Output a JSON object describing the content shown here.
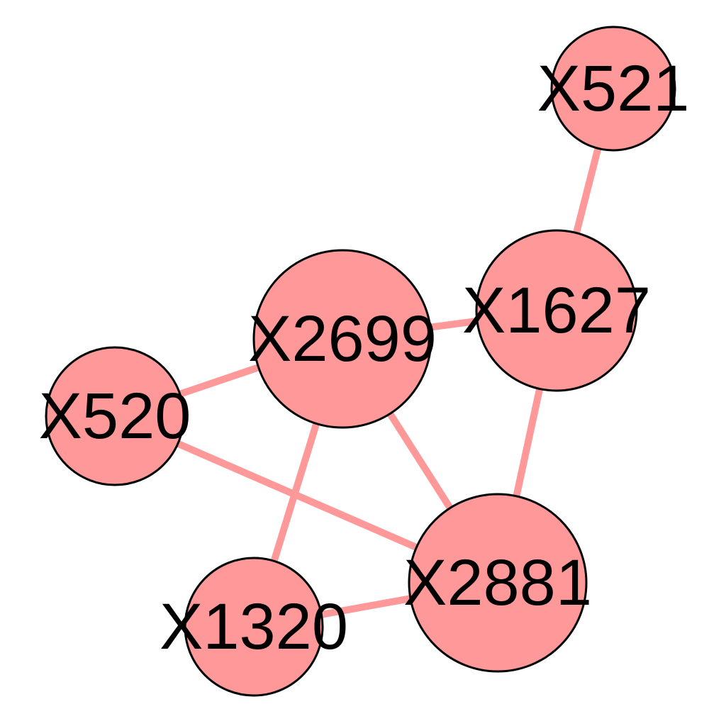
{
  "colors": {
    "node_fill": "#ff9999",
    "node_stroke": "#000000",
    "edge": "#ff9999",
    "label": "#000000"
  },
  "graph": {
    "nodes": [
      {
        "id": "X521",
        "label": "X521"
      },
      {
        "id": "X1627",
        "label": "X1627"
      },
      {
        "id": "X2699",
        "label": "X2699"
      },
      {
        "id": "X520",
        "label": "X520"
      },
      {
        "id": "X2881",
        "label": "X2881"
      },
      {
        "id": "X1320",
        "label": "X1320"
      }
    ],
    "edges": [
      {
        "source": "X521",
        "target": "X1627"
      },
      {
        "source": "X2699",
        "target": "X1627"
      },
      {
        "source": "X520",
        "target": "X2699"
      },
      {
        "source": "X520",
        "target": "X2881"
      },
      {
        "source": "X2699",
        "target": "X1320"
      },
      {
        "source": "X2699",
        "target": "X2881"
      },
      {
        "source": "X1627",
        "target": "X2881"
      },
      {
        "source": "X1320",
        "target": "X2881"
      }
    ]
  }
}
